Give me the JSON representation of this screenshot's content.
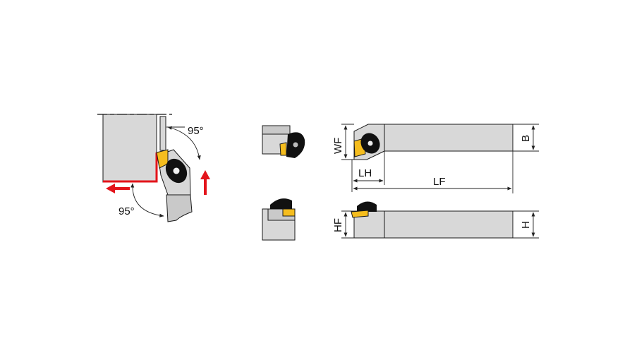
{
  "angles": {
    "top": "95°",
    "bottom": "95°"
  },
  "dimensions": {
    "wf": "WF",
    "lh": "LH",
    "lf": "LF",
    "b": "B",
    "hf": "HF",
    "h": "H"
  },
  "colors": {
    "insert": "#f5bd1e",
    "feed_arrow": "#e3141b",
    "body": "#d8d8d8",
    "clamp": "#111111"
  }
}
